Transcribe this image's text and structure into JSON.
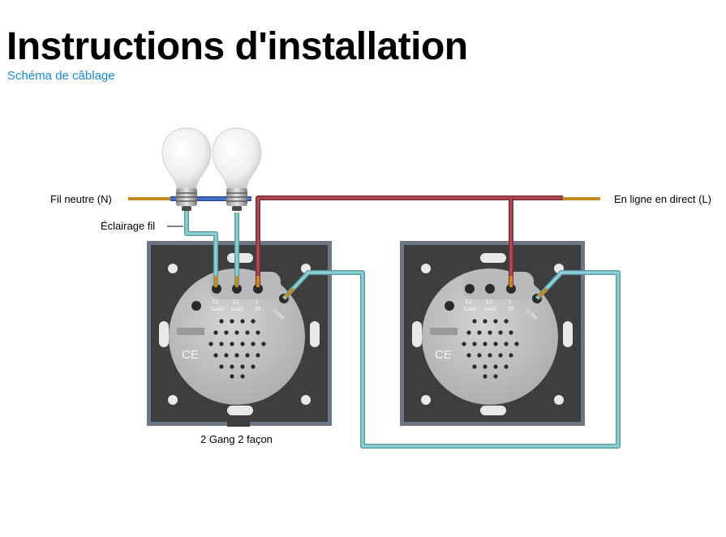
{
  "header": {
    "title": "Instructions d'installation",
    "subtitle": "Schéma de câblage"
  },
  "diagram": {
    "label_neutral": "Fil neutre (N)",
    "label_live": "En ligne en direct (L)",
    "label_lighting": "Éclairage fil",
    "label_caption": "2 Gang 2 façon",
    "terminal_labels": [
      "L2",
      "L1",
      "L",
      "COM"
    ],
    "terminal_sublabels": [
      "Load",
      "Load",
      "IN"
    ],
    "marking_ce": "CE",
    "colors": {
      "neutral_wire": "#3b5fb5",
      "live_wire": "#a6414c",
      "traveler_wire": "#7ec5c9",
      "copper": "#c88a1e",
      "frame": "#6c7684",
      "backplate": "#3e3e40",
      "module": "#c2c2c4"
    }
  }
}
